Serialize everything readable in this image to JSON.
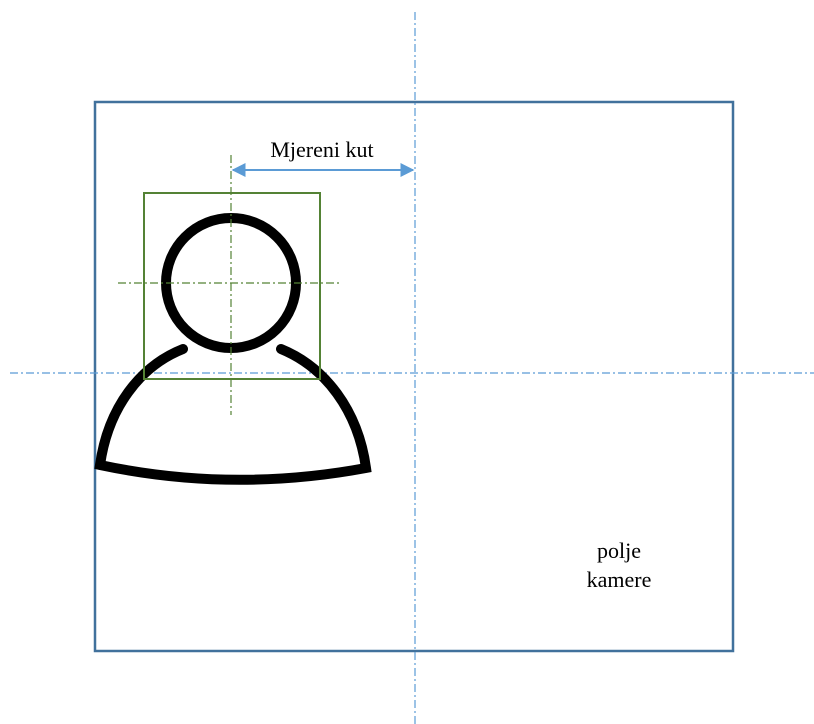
{
  "diagram": {
    "measured_angle_label": "Mjereni kut",
    "camera_field_label_line1": "polje",
    "camera_field_label_line2": "kamere"
  },
  "colors": {
    "frame": "#41719c",
    "axis": "#5b9bd5",
    "face_box": "#548235",
    "arrow": "#5b9bd5",
    "person": "#000000"
  },
  "icons": {
    "person": "person-icon"
  }
}
